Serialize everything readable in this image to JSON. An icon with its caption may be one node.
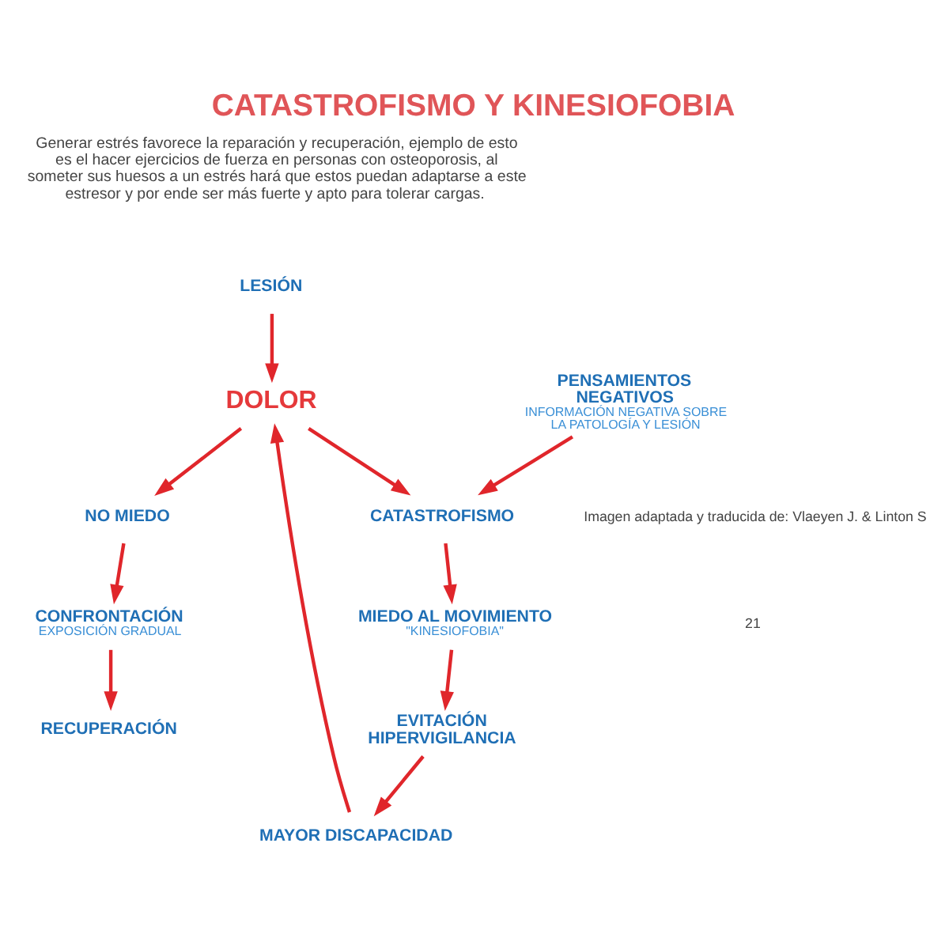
{
  "diagram": {
    "title": "CATASTROFISMO Y KINESIOFOBIA",
    "nodes": [
      {
        "text": [
          "LESIÓN"
        ]
      },
      {
        "text": [
          "MAYOR DISCAPACIDAD"
        ]
      },
      {
        "text": [
          "EVITACIÓN HIPERVIGILANCIA"
        ]
      },
      {
        "text": [
          "DOLOR"
        ]
      },
      {
        "text": [
          "RECUPERACIÓN"
        ]
      },
      {
        "text": [
          "MIEDO AL MOVIMIENTO",
          "\"KINESIOFOBIA\""
        ]
      },
      {
        "text": [
          "CONFRONTACIÓN",
          "EXPOSICIÓN GRADUAL"
        ]
      },
      {
        "text": [
          "CATASTROFISMO"
        ]
      },
      {
        "text": [
          "NO MIEDO"
        ]
      },
      {
        "text": [
          "PENSAMIENTOS NEGATIVOS",
          "INFORMACIÓN NEGATIVA SOBRE LA PATOLOGÍA Y LESIÓN"
        ]
      }
    ],
    "edges": [
      {
        "from": 0,
        "to": 3,
        "arrow": "to"
      },
      {
        "from": 1,
        "to": 3,
        "arrow": "to"
      },
      {
        "from": 3,
        "to": 7,
        "arrow": "to"
      },
      {
        "from": 3,
        "to": 8,
        "arrow": "to"
      },
      {
        "from": 9,
        "to": 7,
        "arrow": "to"
      },
      {
        "from": 7,
        "to": 5,
        "arrow": "to"
      },
      {
        "from": 5,
        "to": 2,
        "arrow": "to"
      },
      {
        "from": 2,
        "to": 1,
        "arrow": "to"
      },
      {
        "from": 8,
        "to": 6,
        "arrow": "to"
      },
      {
        "from": 6,
        "to": 4,
        "arrow": "to"
      }
    ],
    "labels": [
      "Generar estrés favorece la reparación y recuperación, ejemplo de esto es el hacer ejercicios de fuerza en personas con osteoporosis, al someter sus huesos a un estrés hará que estos puedan adaptarse a este estresor y por ende ser más fuerte y apto para tolerar cargas.",
      "Imagen adaptada y traducida de: Vlaeyen J. & Linton S",
      "21"
    ]
  }
}
